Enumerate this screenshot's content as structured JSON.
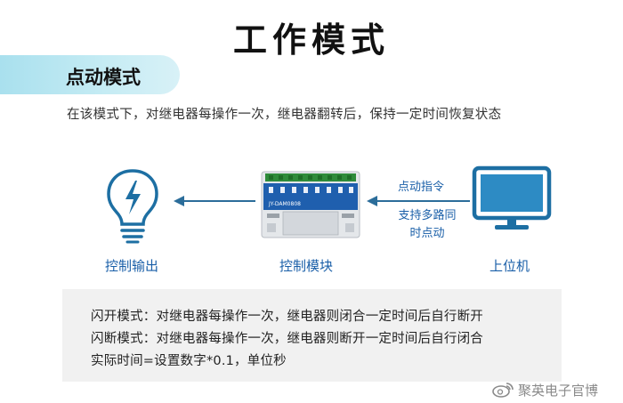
{
  "page": {
    "title": "工作模式"
  },
  "mode_tag": {
    "label": "点动模式"
  },
  "description": "在该模式下，对继电器每操作一次，继电器翻转后，保持一定时间恢复状态",
  "diagram": {
    "output_label": "控制输出",
    "module_label": "控制模块",
    "pc_label": "上位机",
    "command_label": "点动指令",
    "support_note_line1": "支持多路同",
    "support_note_line2": "时点动",
    "module_brand": "JY-DAM0808",
    "icons": {
      "output": "lightbulb-icon",
      "pc": "monitor-icon",
      "module": "relay-module-image"
    },
    "colors": {
      "accent": "#1a5fa8",
      "icon_blue": "#1d6fa3",
      "arrow": "#2b6d9a"
    }
  },
  "notes": {
    "line1": "闪开模式：对继电器每操作一次，继电器则闭合一定时间后自行断开",
    "line2": "闪断模式：对继电器每操作一次，继电器则断开一定时间后自行闭合",
    "line3": "实际时间=设置数字*0.1，单位秒"
  },
  "watermark": {
    "text": "聚英电子官博",
    "icon": "weibo-icon"
  }
}
